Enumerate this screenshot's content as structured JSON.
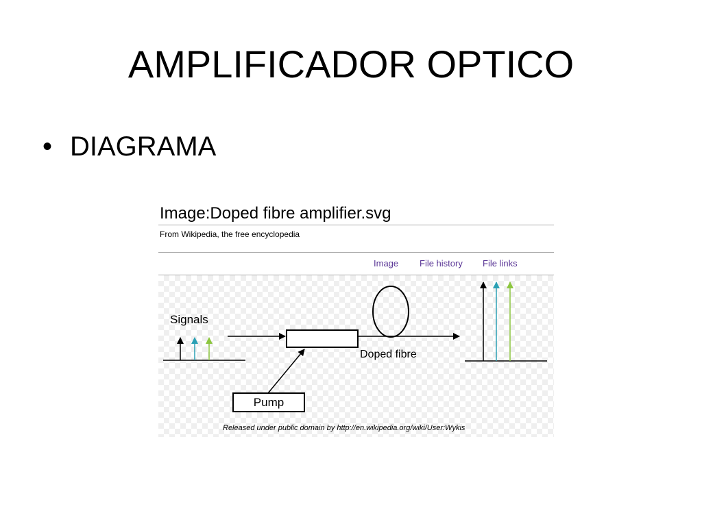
{
  "slide": {
    "title": "AMPLIFICADOR OPTICO",
    "bullet_marker": "•",
    "bullet": "DIAGRAMA"
  },
  "screenshot": {
    "page_heading": "Image:Doped fibre amplifier.svg",
    "subtitle": "From Wikipedia, the free encyclopedia",
    "tabs": [
      {
        "label": "Image"
      },
      {
        "label": "File history"
      },
      {
        "label": "File links"
      }
    ],
    "tab_color": "#5a3696"
  },
  "diagram": {
    "signals_label": "Signals",
    "fibre_label": "Doped fibre",
    "pump_label": "Pump",
    "credit": "Released under public domain by http://en.wikipedia.org/wiki/User:Wykis",
    "signal_colors": [
      "#000000",
      "#2aa0b4",
      "#8cc63f"
    ]
  }
}
